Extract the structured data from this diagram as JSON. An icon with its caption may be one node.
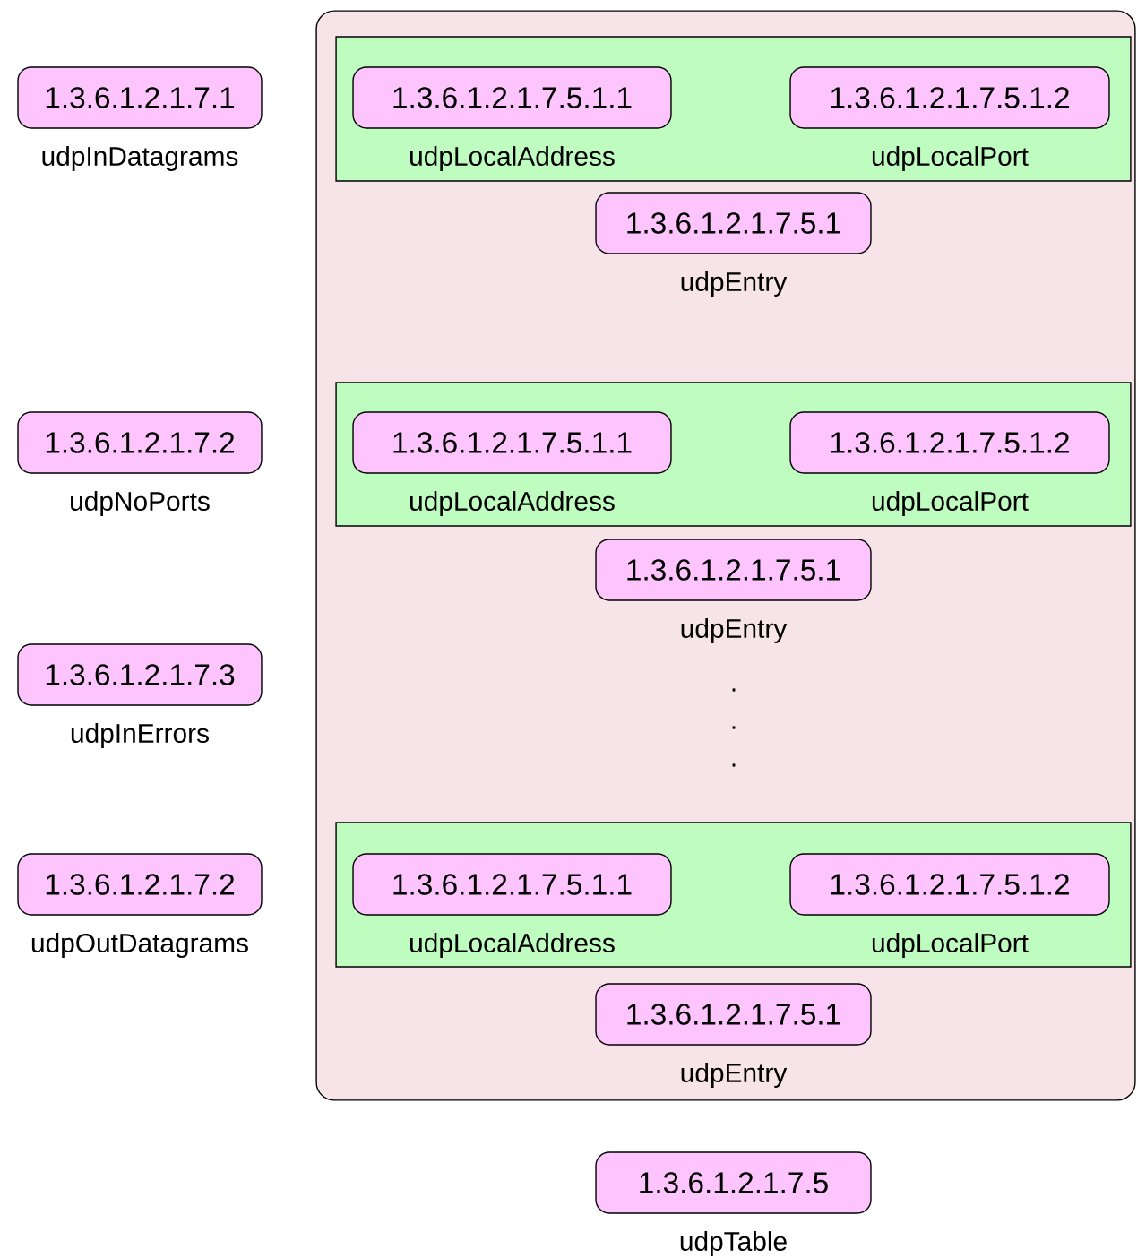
{
  "diagram": {
    "nodes": [
      {
        "text": [
          "1.3.6.1.2.1.7.1"
        ],
        "beside": [
          "udpInDatagrams"
        ]
      },
      {
        "text": [
          "1.3.6.1.2.1.7.2"
        ],
        "beside": [
          "udpNoPorts"
        ]
      },
      {
        "text": [
          "1.3.6.1.2.1.7.3"
        ],
        "beside": [
          "udpInErrors"
        ]
      },
      {
        "text": [
          "1.3.6.1.2.1.7.2"
        ],
        "beside": [
          "udpOutDatagrams"
        ]
      },
      {
        "text": [],
        "shape": "box"
      },
      {
        "text": [],
        "shape": "box",
        "in": 4
      },
      {
        "text": [
          "1.3.6.1.2.1.7.5.1.1"
        ],
        "beside": [
          "udpLocalAddress"
        ],
        "in": 5
      },
      {
        "text": [
          "1.3.6.1.2.1.7.5.1.2"
        ],
        "beside": [
          "udpLocalPort"
        ],
        "in": 5
      },
      {
        "text": [
          "1.3.6.1.2.1.7.5.1"
        ],
        "beside": [
          "udpEntry"
        ],
        "in": 4
      },
      {
        "text": [],
        "shape": "box",
        "in": 4
      },
      {
        "text": [
          "1.3.6.1.2.1.7.5.1.1"
        ],
        "beside": [
          "udpLocalAddress"
        ],
        "in": 9
      },
      {
        "text": [
          "1.3.6.1.2.1.7.5.1.2"
        ],
        "beside": [
          "udpLocalPort"
        ],
        "in": 9
      },
      {
        "text": [
          "1.3.6.1.2.1.7.5.1"
        ],
        "beside": [
          "udpEntry"
        ],
        "in": 4
      },
      {
        "text": [],
        "shape": "box",
        "in": 4
      },
      {
        "text": [
          "1.3.6.1.2.1.7.5.1.1"
        ],
        "beside": [
          "udpLocalAddress"
        ],
        "in": 13
      },
      {
        "text": [
          "1.3.6.1.2.1.7.5.1.2"
        ],
        "beside": [
          "udpLocalPort"
        ],
        "in": 13
      },
      {
        "text": [
          "1.3.6.1.2.1.7.5.1"
        ],
        "beside": [
          "udpEntry"
        ],
        "in": 4
      },
      {
        "text": [
          "1.3.6.1.2.1.7.5"
        ],
        "beside": [
          "udpTable"
        ]
      }
    ],
    "labels": [
      ".",
      ".",
      "."
    ]
  }
}
